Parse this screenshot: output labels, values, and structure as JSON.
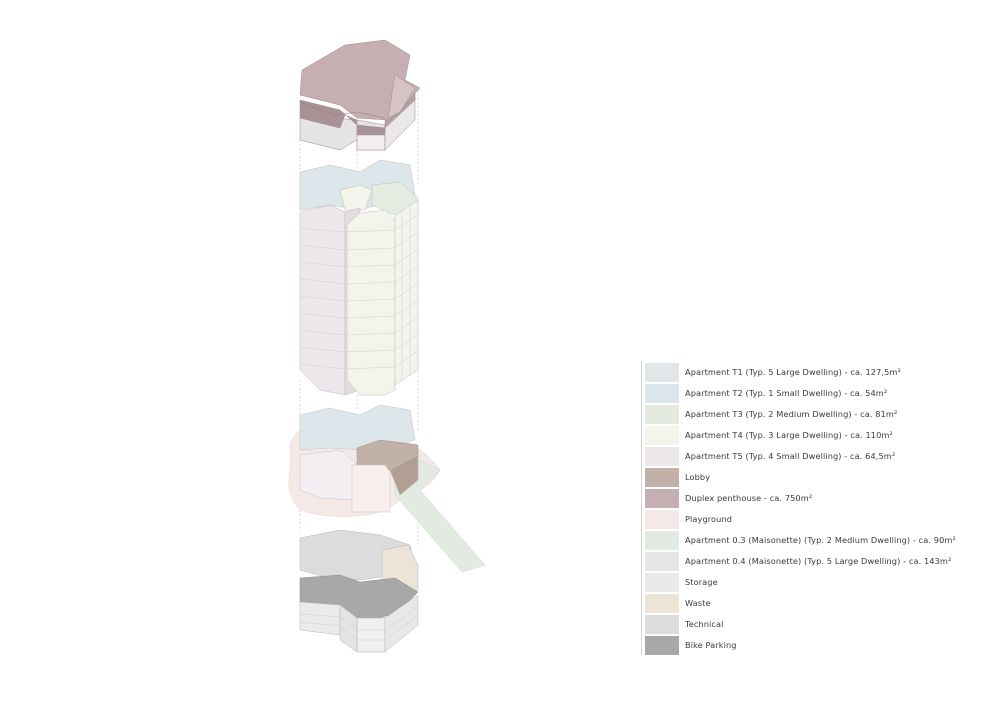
{
  "legend": {
    "items": [
      {
        "label": "Apartment T1 (Typ. 5 Large Dwelling) - ca. 127,5m²",
        "color": "#e1e6e9"
      },
      {
        "label": "Apartment T2 (Typ. 1 Small Dwelling) - ca. 54m²",
        "color": "#dbe6ea"
      },
      {
        "label": "Apartment T3 (Typ. 2 Medium Dwelling) - ca. 81m²",
        "color": "#e4eadf"
      },
      {
        "label": "Apartment T4 (Typ. 3 Large Dwelling) - ca. 110m²",
        "color": "#f3f4ea"
      },
      {
        "label": "Apartment T5 (Typ. 4 Small Dwelling) - ca. 64,5m²",
        "color": "#ece7eb"
      },
      {
        "label": "Lobby",
        "color": "#c2b1a6"
      },
      {
        "label": "Duplex penthouse - ca. 750m²",
        "color": "#c6afb3"
      },
      {
        "label": "Playground",
        "color": "#f5e9e7"
      },
      {
        "label": "Apartment 0.3 (Maisonette) (Typ. 2 Medium Dwelling) - ca. 90m²",
        "color": "#e2eae1"
      },
      {
        "label": "Apartment 0.4 (Maisonette) (Typ. 5 Large Dwelling) - ca. 143m²",
        "color": "#e6e6e4"
      },
      {
        "label": "Storage",
        "color": "#e9e9e9"
      },
      {
        "label": "Waste",
        "color": "#ece4d6"
      },
      {
        "label": "Technical",
        "color": "#dcdcdc"
      },
      {
        "label": "Bike Parking",
        "color": "#a8a8a8"
      }
    ]
  },
  "colors": {
    "line": "#b9b9b9",
    "penthouse": "#c6afb3",
    "penthouse_dark": "#a99296",
    "wall": "#f0eef0",
    "apt_t1": "#e1e6e9",
    "apt_t2": "#dbe6ea",
    "apt_t3": "#e4eadf",
    "apt_t4": "#f3f4ea",
    "apt_t5": "#ece7eb",
    "lobby": "#c2b1a6",
    "playground": "#f5e9e7",
    "green_path": "#e2eae1",
    "technical": "#dcdcdc",
    "waste": "#ece4d6",
    "bike": "#a8a8a8"
  }
}
